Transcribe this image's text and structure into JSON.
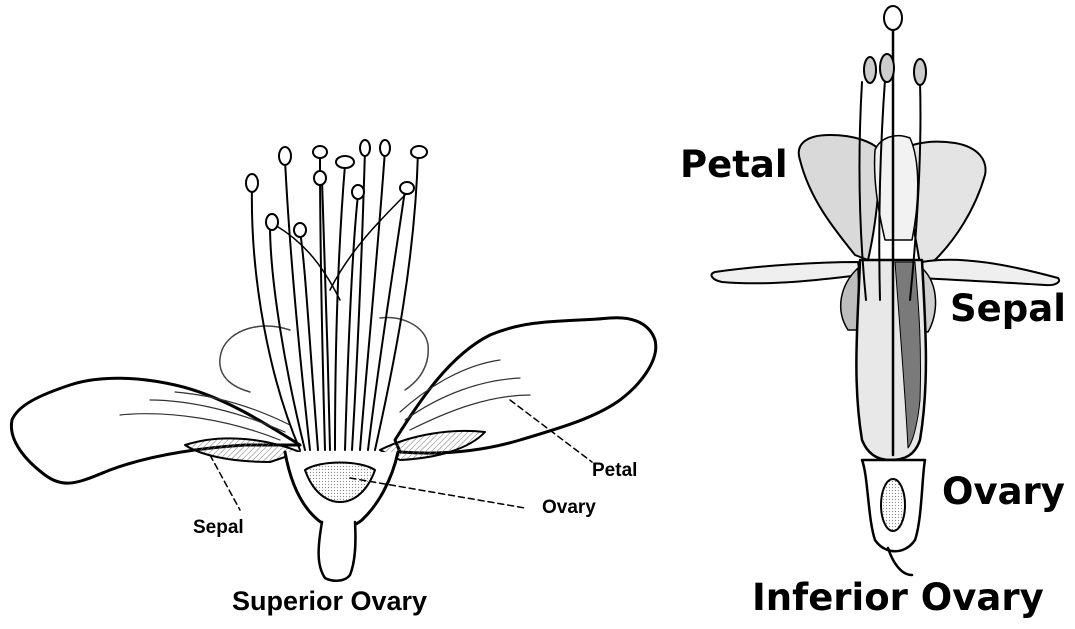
{
  "superior": {
    "caption": "Superior Ovary",
    "labels": {
      "petal": "Petal",
      "ovary": "Ovary",
      "sepal": "Sepal"
    }
  },
  "inferior": {
    "caption": "Inferior Ovary",
    "labels": {
      "petal": "Petal",
      "sepal": "Sepal",
      "ovary": "Ovary"
    }
  },
  "colors": {
    "ink": "#000000",
    "shade": "#bdbdbd",
    "light": "#e6e6e6",
    "background": "#ffffff"
  }
}
